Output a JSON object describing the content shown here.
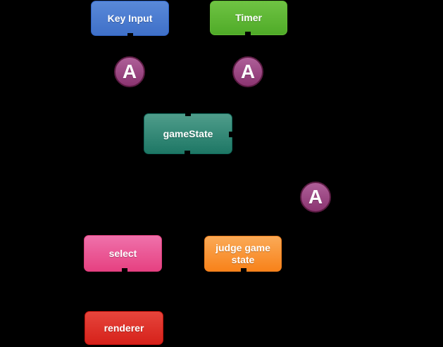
{
  "diagram": {
    "background": "#000000",
    "text_color": "#ffffff",
    "nodes": [
      {
        "id": "key-input",
        "label": "Key Input",
        "shape": "rect",
        "fill_top": "#5989d9",
        "fill_bottom": "#3f70c8",
        "border": "#2f62c4"
      },
      {
        "id": "timer",
        "label": "Timer",
        "shape": "rect",
        "fill_top": "#6fc343",
        "fill_bottom": "#4fab28",
        "border": "#61b934"
      },
      {
        "id": "stream-a-1",
        "label": "A",
        "shape": "circle",
        "fill_top": "#ae5f98",
        "fill_bottom": "#8b3471",
        "border": "#5c1c44"
      },
      {
        "id": "stream-a-2",
        "label": "A",
        "shape": "circle",
        "fill_top": "#ae5f98",
        "fill_bottom": "#8b3471",
        "border": "#5c1c44"
      },
      {
        "id": "game-state",
        "label": "gameState",
        "shape": "rect",
        "fill_top": "#4f9d8b",
        "fill_bottom": "#1e7765",
        "border": "#11685a"
      },
      {
        "id": "stream-a-3",
        "label": "A",
        "shape": "circle",
        "fill_top": "#ae5f98",
        "fill_bottom": "#8b3471",
        "border": "#5c1c44"
      },
      {
        "id": "select",
        "label": "select",
        "shape": "rect",
        "fill_top": "#ef71ab",
        "fill_bottom": "#e64181",
        "border": "#db3d7b"
      },
      {
        "id": "judge-game-state",
        "label": "judge game state",
        "shape": "rect",
        "fill_top": "#faaa57",
        "fill_bottom": "#f8821a",
        "border": "#ef8020"
      },
      {
        "id": "renderer",
        "label": "renderer",
        "shape": "rect",
        "fill_top": "#e6453c",
        "fill_bottom": "#d6211a",
        "border": "#c2130d"
      }
    ],
    "stub_color": "#000000"
  }
}
